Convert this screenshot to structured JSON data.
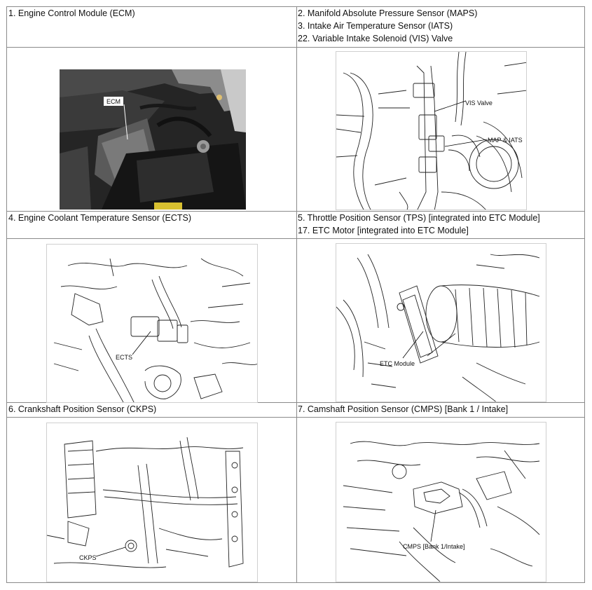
{
  "cells": {
    "ecm": {
      "lines": [
        "1. Engine Control Module (ECM)"
      ],
      "callout": "ECM"
    },
    "maps": {
      "lines": [
        "2. Manifold Absolute Pressure Sensor (MAPS)",
        "3. Intake Air Temperature Sensor (IATS)",
        "22. Variable Intake Solenoid (VIS) Valve"
      ],
      "callouts": [
        "VIS Valve",
        "MAP & IATS"
      ]
    },
    "ects": {
      "lines": [
        "4. Engine Coolant Temperature Sensor (ECTS)"
      ],
      "callout": "ECTS"
    },
    "tps": {
      "lines": [
        "5. Throttle Position Sensor (TPS) [integrated into ETC Module]",
        "17. ETC Motor [integrated into ETC Module]"
      ],
      "callout": "ETC Module"
    },
    "ckps": {
      "lines": [
        "6. Crankshaft Position Sensor (CKPS)"
      ],
      "callout": "CKPS"
    },
    "cmps": {
      "lines": [
        "7. Camshaft Position Sensor (CMPS) [Bank 1 / Intake]"
      ],
      "callout": "CMPS [Bank 1/Intake]"
    }
  }
}
